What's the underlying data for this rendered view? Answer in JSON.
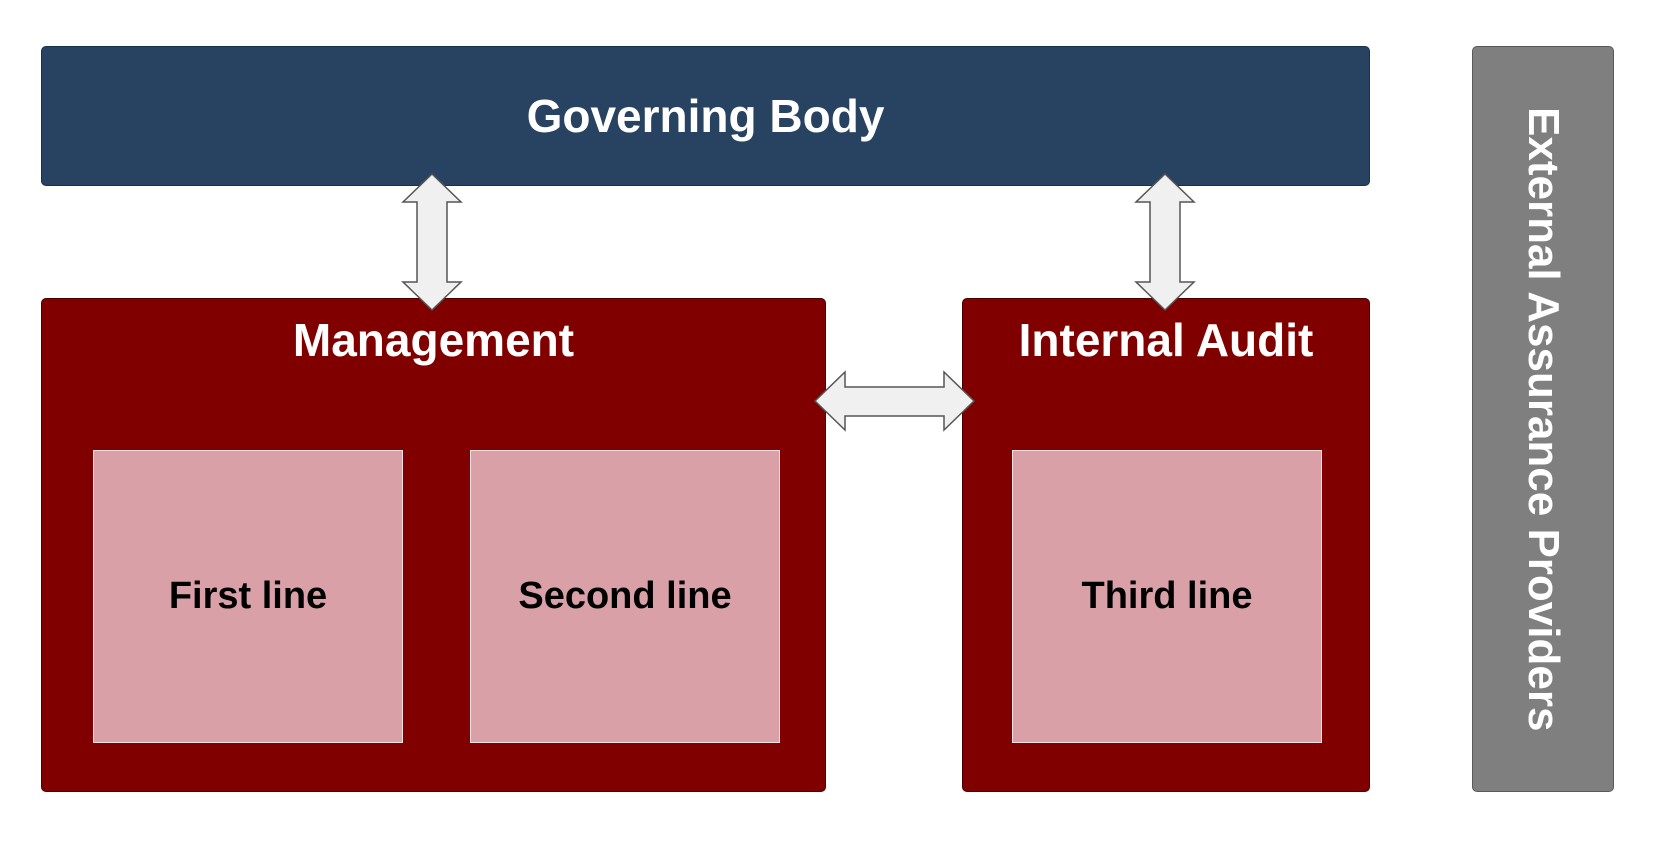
{
  "diagram": {
    "governing_body": {
      "label": "Governing Body"
    },
    "management": {
      "label": "Management",
      "lines": [
        {
          "label": "First line"
        },
        {
          "label": "Second line"
        }
      ]
    },
    "internal_audit": {
      "label": "Internal Audit",
      "lines": [
        {
          "label": "Third line"
        }
      ]
    },
    "external": {
      "label": "External Assurance Providers"
    }
  },
  "colors": {
    "governing_fill": "#284262",
    "group_fill": "#800000",
    "line_fill": "#d9a0a8",
    "external_fill": "#7f7f7f",
    "arrow_fill": "#f0f0f0",
    "arrow_stroke": "#555555"
  },
  "connections": [
    {
      "from": "governing-body",
      "to": "management",
      "type": "bidirectional"
    },
    {
      "from": "governing-body",
      "to": "internal-audit",
      "type": "bidirectional"
    },
    {
      "from": "management",
      "to": "internal-audit",
      "type": "bidirectional"
    }
  ]
}
